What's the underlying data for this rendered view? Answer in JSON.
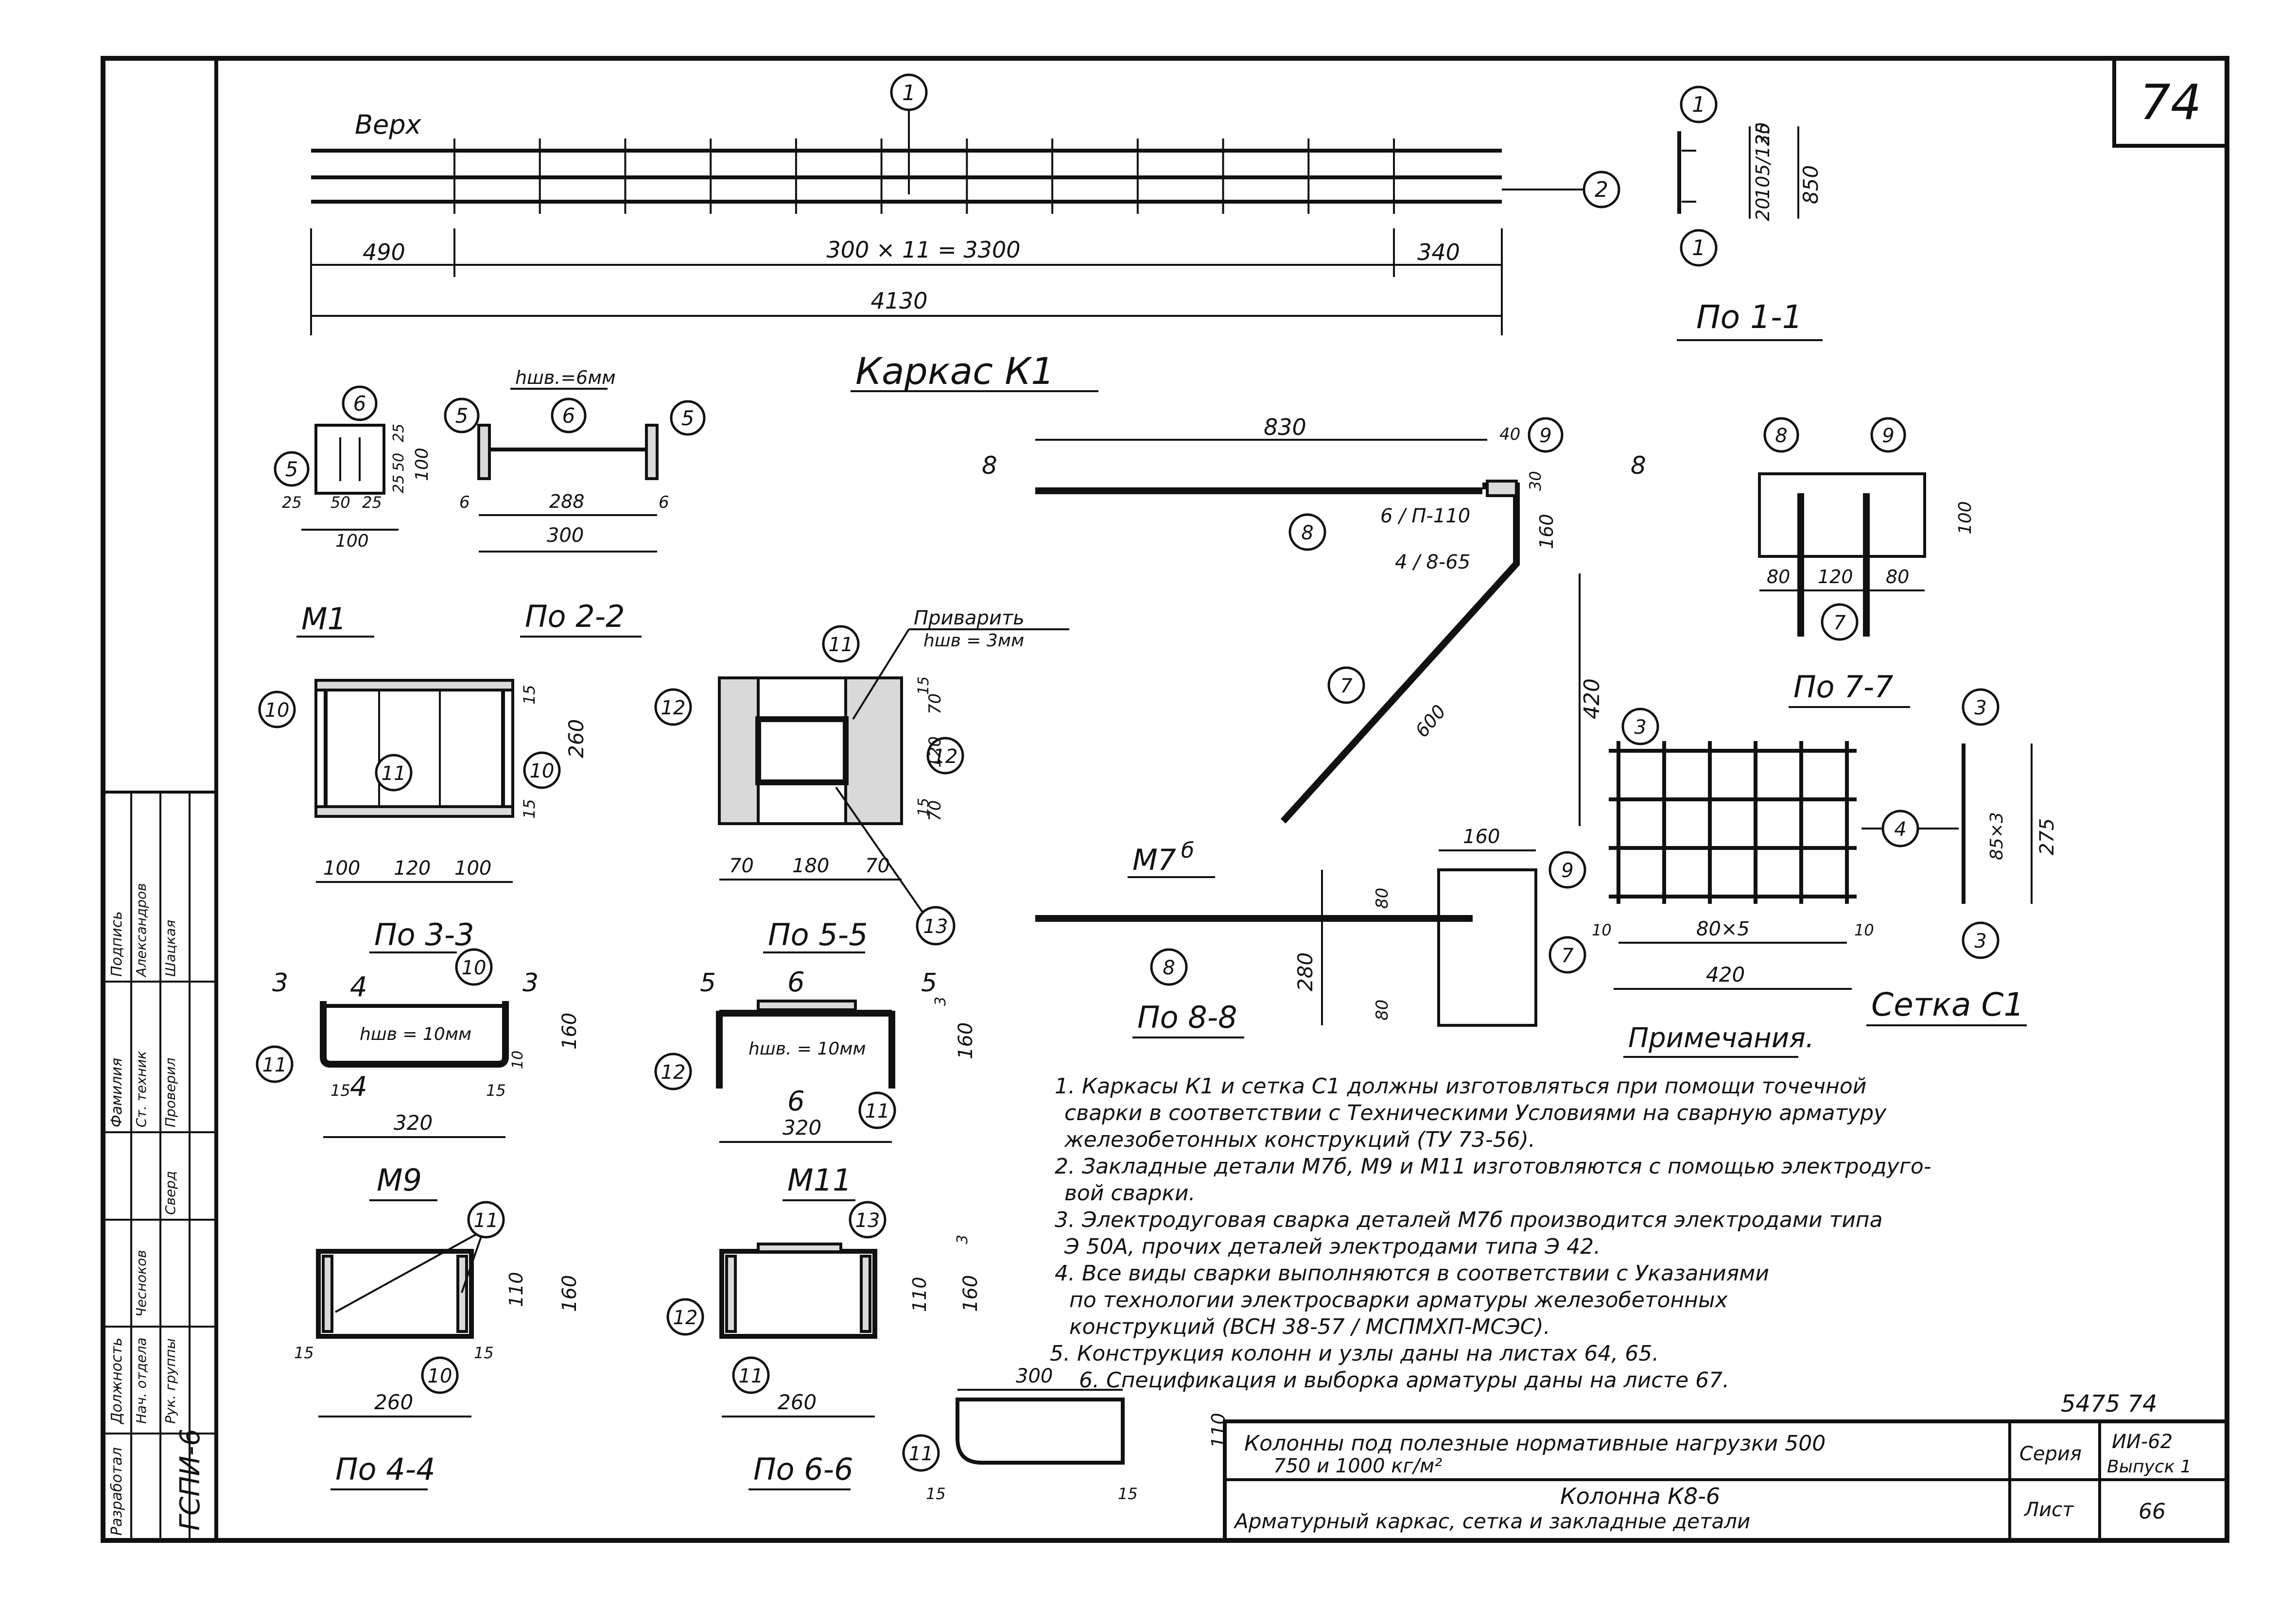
{
  "sheet": {
    "number_top": "74",
    "ink_color": "#111111",
    "paper_color": "#ffffff"
  },
  "labels": {
    "verh": "Верх",
    "karkas_title": "Каркас К1",
    "po_1_1": "По 1-1",
    "po_2_2": "По 2-2",
    "po_3_3": "По 3-3",
    "po_4_4": "По 4-4",
    "po_5_5": "По 5-5",
    "po_6_6": "По 6-6",
    "po_7_7": "По 7-7",
    "po_8_8": "По 8-8",
    "m1": "М1",
    "m9": "М9",
    "m11": "М11",
    "m7b": "М7",
    "m7b_sup": "б",
    "setka_c1": "Сетка С1",
    "privarit": "Приварить",
    "hshv_3": "hшв = 3мм",
    "hshv_6": "hшв.=6мм",
    "hshv_10a": "hшв = 10мм",
    "hshv_10b": "hшв. = 10мм"
  },
  "dims": {
    "d490": "490",
    "d300x11": "300 × 11 = 3300",
    "d340": "340",
    "d4130": "4130",
    "d830": "830",
    "d40": "40",
    "d30": "30",
    "d6_110": "6 / П-110",
    "d4_65": "4 / 8-65",
    "d160": "160",
    "d600": "600",
    "d420": "420",
    "d80": "80",
    "d120": "120",
    "d100": "100",
    "d70": "70",
    "d180": "180",
    "d260": "260",
    "d15": "15",
    "d320": "320",
    "d288": "288",
    "d300": "300",
    "d6": "6",
    "d25": "25",
    "d50": "50",
    "d110": "110",
    "d280": "280",
    "d80x5": "80×5",
    "d10": "10",
    "d85x3": "85×3",
    "d275": "275",
    "d850": "850",
    "d20": "20",
    "d105_135": "105/135",
    "d3": "3"
  },
  "notes": {
    "heading": "Примечания.",
    "items": [
      "1. Каркасы К1 и сетка С1 должны изготовляться при помощи точечной",
      "сварки в соответствии с Техническими Условиями на сварную арматуру",
      "железобетонных конструкций (ТУ 73-56).",
      "2. Закладные детали М7б, М9 и М11 изготовляются с помощью электродуго-",
      "вой сварки.",
      "3. Электродуговая сварка деталей М7б производится электродами типа",
      "Э 50А, прочих деталей электродами типа Э 42.",
      "4. Все виды сварки выполняются в соответствии с Указаниями",
      "по технологии электросварки арматуры железобетонных",
      "конструкций (ВСН 38-57 / МСПМХП-МСЭС).",
      "5. Конструкция колонн и узлы даны на листах 64, 65.",
      "6. Спецификация и выборка арматуры даны на листе 67."
    ]
  },
  "title_block": {
    "code": "5475  74",
    "title_line1": "Колонны под полезные нормативные нагрузки 500",
    "title_line2": "750 и 1000 кг/м²",
    "sub_title1": "Колонна К8-6",
    "sub_title2": "Арматурный каркас, сетка и закладные детали",
    "seria_label": "Серия",
    "seria_value": "ИИ-62",
    "vypusk": "Выпуск 1",
    "list_label": "Лист",
    "list_value": "66"
  },
  "side_stamp": {
    "org": "ГСПИ-6",
    "col_headers": [
      "Разработал",
      "Должность",
      "Фамилия",
      "Подпись"
    ],
    "rows": [
      [
        "Нач. отдела",
        "Чесноков",
        ""
      ],
      [
        "Рук. группы",
        "Александров",
        ""
      ],
      [
        "Ст. техник",
        "Шацкая",
        ""
      ],
      [
        "Проверил",
        "Сверд",
        ""
      ]
    ]
  },
  "marks": {
    "m1": "1",
    "m2": "2",
    "m3": "3",
    "m4": "4",
    "m5": "5",
    "m6": "6",
    "m7": "7",
    "m8": "8",
    "m9": "9",
    "m10": "10",
    "m11": "11",
    "m12": "12",
    "m13": "13"
  }
}
